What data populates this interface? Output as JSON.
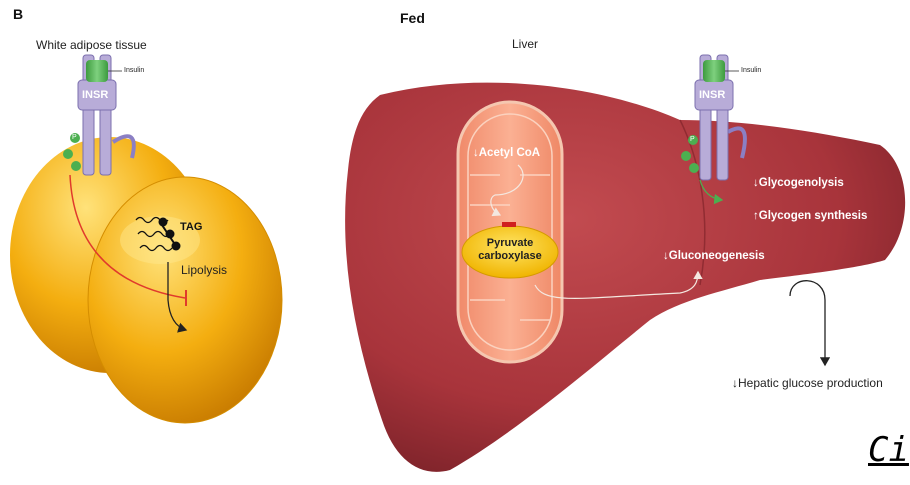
{
  "panel_letter": "B",
  "left_panel": {
    "tissue_label": "White adipose tissue",
    "insulin_label": "Insulin",
    "receptor_label": "INSR",
    "tag_label": "TAG",
    "lipolysis_label": "Lipolysis",
    "phospho_label": "P"
  },
  "right_panel": {
    "state_label": "Fed",
    "organ_label": "Liver",
    "insulin_label": "Insulin",
    "receptor_label": "INSR",
    "acetyl_coa_label": "↓Acetyl CoA",
    "enzyme_label_line1": "Pyruvate",
    "enzyme_label_line2": "carboxylase",
    "gluconeogenesis_label": "↓Gluconeogenesis",
    "glycogenolysis_label": "↓Glycogenolysis",
    "glycogen_synthesis_label": "↑Glycogen synthesis",
    "hepatic_output_label": "↓Hepatic glucose production",
    "phospho_label": "P"
  },
  "footer": {
    "cite_fragment": "Ci"
  },
  "colors": {
    "adipocyte": "#f2a800",
    "liver": "#a6333a",
    "mitochondrion": "#f59577",
    "receptor": "#b7a9d4",
    "insulin": "#4caf50",
    "inhibition_line": "#e03a2c"
  }
}
